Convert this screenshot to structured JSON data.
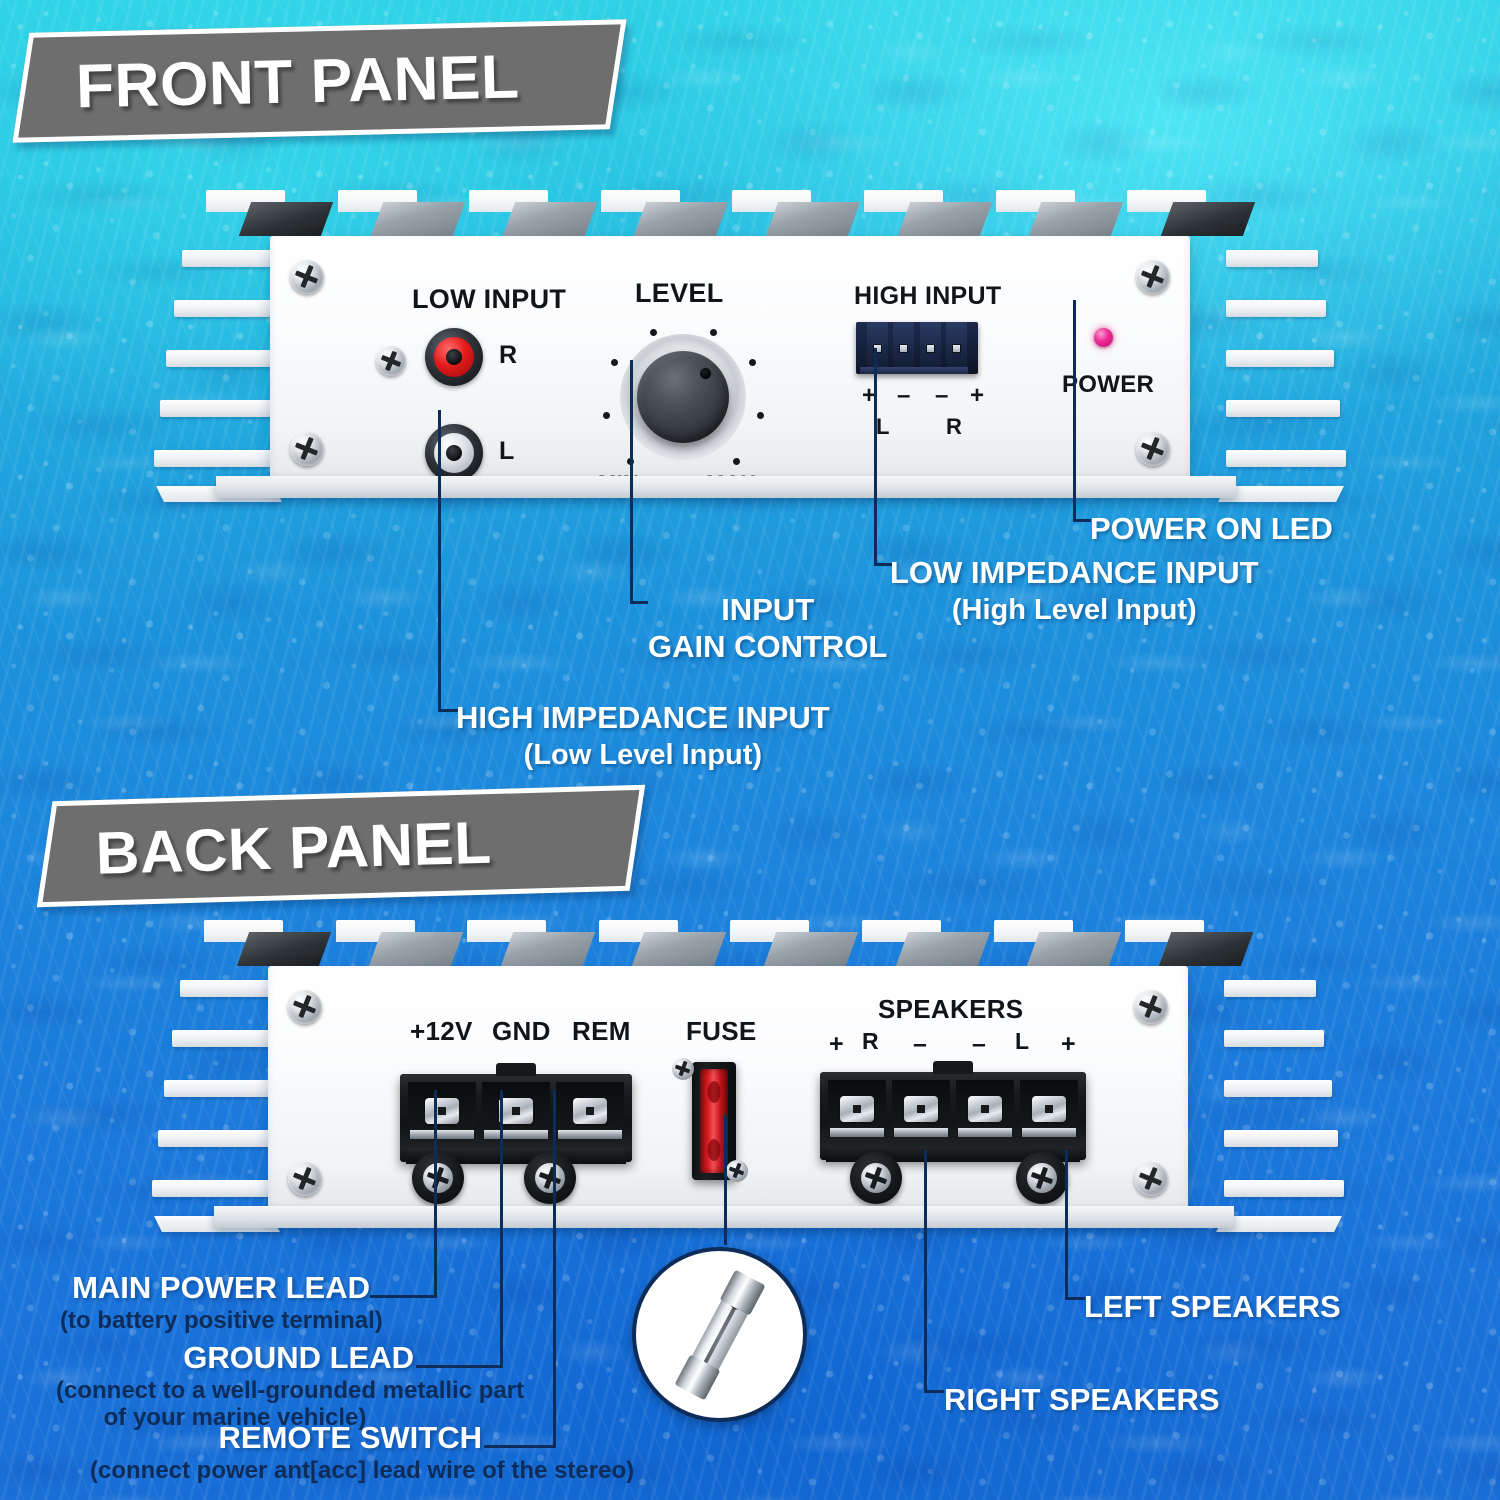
{
  "banners": {
    "front": "FRONT PANEL",
    "back": "BACK PANEL"
  },
  "front_panel": {
    "labels": {
      "low_input": "LOW INPUT",
      "low_input_r": "R",
      "low_input_l": "L",
      "level": "LEVEL",
      "min": "MIN",
      "max": "MAX",
      "high_input": "HIGH INPUT",
      "high_input_marks": [
        "+",
        "–",
        "–",
        "+"
      ],
      "high_input_ch_l": "L",
      "high_input_ch_r": "R",
      "power": "POWER"
    },
    "callouts": [
      {
        "name": "high-impedance-input",
        "main": "HIGH IMPEDANCE INPUT",
        "sub": "(Low Level Input)"
      },
      {
        "name": "input-gain-control",
        "main_line1": "INPUT",
        "main_line2": "GAIN CONTROL",
        "sub": ""
      },
      {
        "name": "low-impedance-input",
        "main": "LOW IMPEDANCE INPUT",
        "sub": "(High Level Input)"
      },
      {
        "name": "power-on-led",
        "main": "POWER ON LED",
        "sub": ""
      }
    ]
  },
  "back_panel": {
    "labels": {
      "plus12v": "+12V",
      "gnd": "GND",
      "rem": "REM",
      "fuse": "FUSE",
      "speakers": "SPEAKERS",
      "spk_marks": [
        "+",
        "–",
        "–",
        "+"
      ],
      "spk_ch_r": "R",
      "spk_ch_l": "L"
    },
    "callouts": [
      {
        "name": "main-power-lead",
        "main": "MAIN POWER LEAD",
        "sub": "(to battery positive terminal)"
      },
      {
        "name": "ground-lead",
        "main": "GROUND LEAD",
        "sub_line1": "(connect to a well-grounded metallic part",
        "sub_line2": "of your marine vehicle)"
      },
      {
        "name": "remote-switch",
        "main": "REMOTE SWITCH",
        "sub": "(connect power ant[acc] lead wire of the stereo)"
      },
      {
        "name": "left-speakers",
        "main": "LEFT SPEAKERS",
        "sub": ""
      },
      {
        "name": "right-speakers",
        "main": "RIGHT SPEAKERS",
        "sub": ""
      }
    ]
  },
  "colors": {
    "banner_bg": "#6E6E6E",
    "banner_text": "#FFFFFF",
    "leader_line": "#0D2C59",
    "callout_main": "#FFFFFF",
    "callout_sub_dark": "#0D2C59",
    "water_top": "#2FD3E6",
    "water_bottom": "#1A6FD6",
    "led": "#F0309A",
    "rca_right": "#E41B1B",
    "rca_left": "#DDE2E6",
    "fuse_red": "#D81A20",
    "terminal_black": "#111315",
    "high_input_blue": "#16223E",
    "panel_white": "#FFFFFF"
  }
}
